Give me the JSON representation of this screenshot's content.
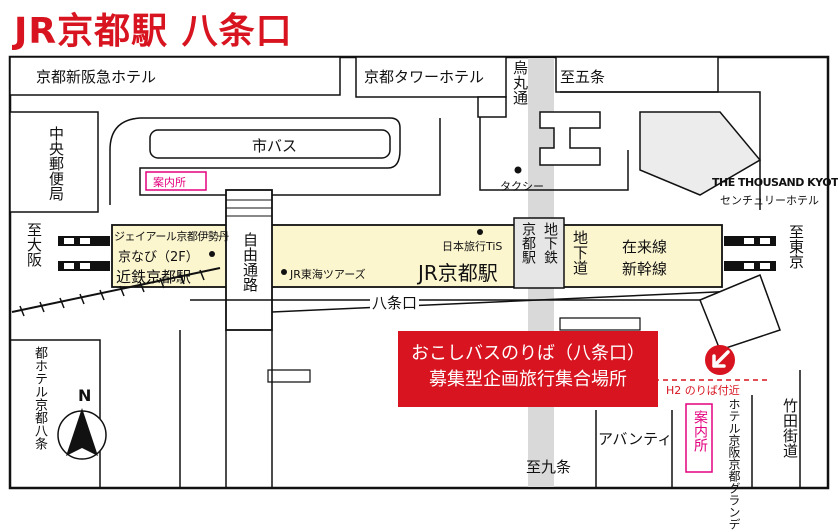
{
  "title": "JR京都駅 八条口",
  "labels": {
    "hankyu_hotel": "京都新阪急ホテル",
    "kyoto_tower_hotel": "京都タワーホテル",
    "karasuma_dori": "烏丸通",
    "to_gojo": "至五条",
    "central_post_office": "中央郵便局",
    "city_bus": "市バス",
    "info_center_top": "案内所",
    "taxi": "タクシー",
    "thousand_kyoto": "THE THOUSAND KYOTO",
    "century_hotel": "センチュリーホテル",
    "to_osaka": "至大阪",
    "jr_kyoto_isetan": "ジェイアール京都伊勢丹",
    "kyonavi": "京なび（2F）",
    "kintetsu_kyoto": "近鉄京都駅",
    "jiyu_tsuro": "自由通路",
    "nihon_ryoko": "日本旅行TiS",
    "jr_tokai_tours": "JR東海ツアーズ",
    "jr_kyoto_station": "JR京都駅",
    "subway_kyoto_station": "京都駅",
    "subway_chikatetsu": "地下鉄",
    "chikado": "地下道",
    "zairaisen": "在来線",
    "shinkansen": "新幹線",
    "to_tokyo": "至東京",
    "hachijo_guchi": "八条口",
    "miyako_hotel": "都ホテル京都八条",
    "callout_line1": "おこしバスのりば（八条口）",
    "callout_line2": "募集型企画旅行集合場所",
    "h2_stop": "H2 のりば付近",
    "avanti": "アバンティ",
    "info_center_bottom": "案内所",
    "hotel_granvia": "ホテル京阪京都グランデ",
    "takeda_kaido": "竹田街道",
    "to_kujo": "至九条",
    "north": "N"
  },
  "colors": {
    "accent_red": "#d7141f",
    "info_pink": "#e4007f",
    "station_fill": "#fcf6cf",
    "road_gray": "#d9d9d9",
    "building_fill": "#ececec"
  },
  "icons": {
    "compass": "north-compass-icon",
    "arrow": "southwest-arrow-icon"
  }
}
